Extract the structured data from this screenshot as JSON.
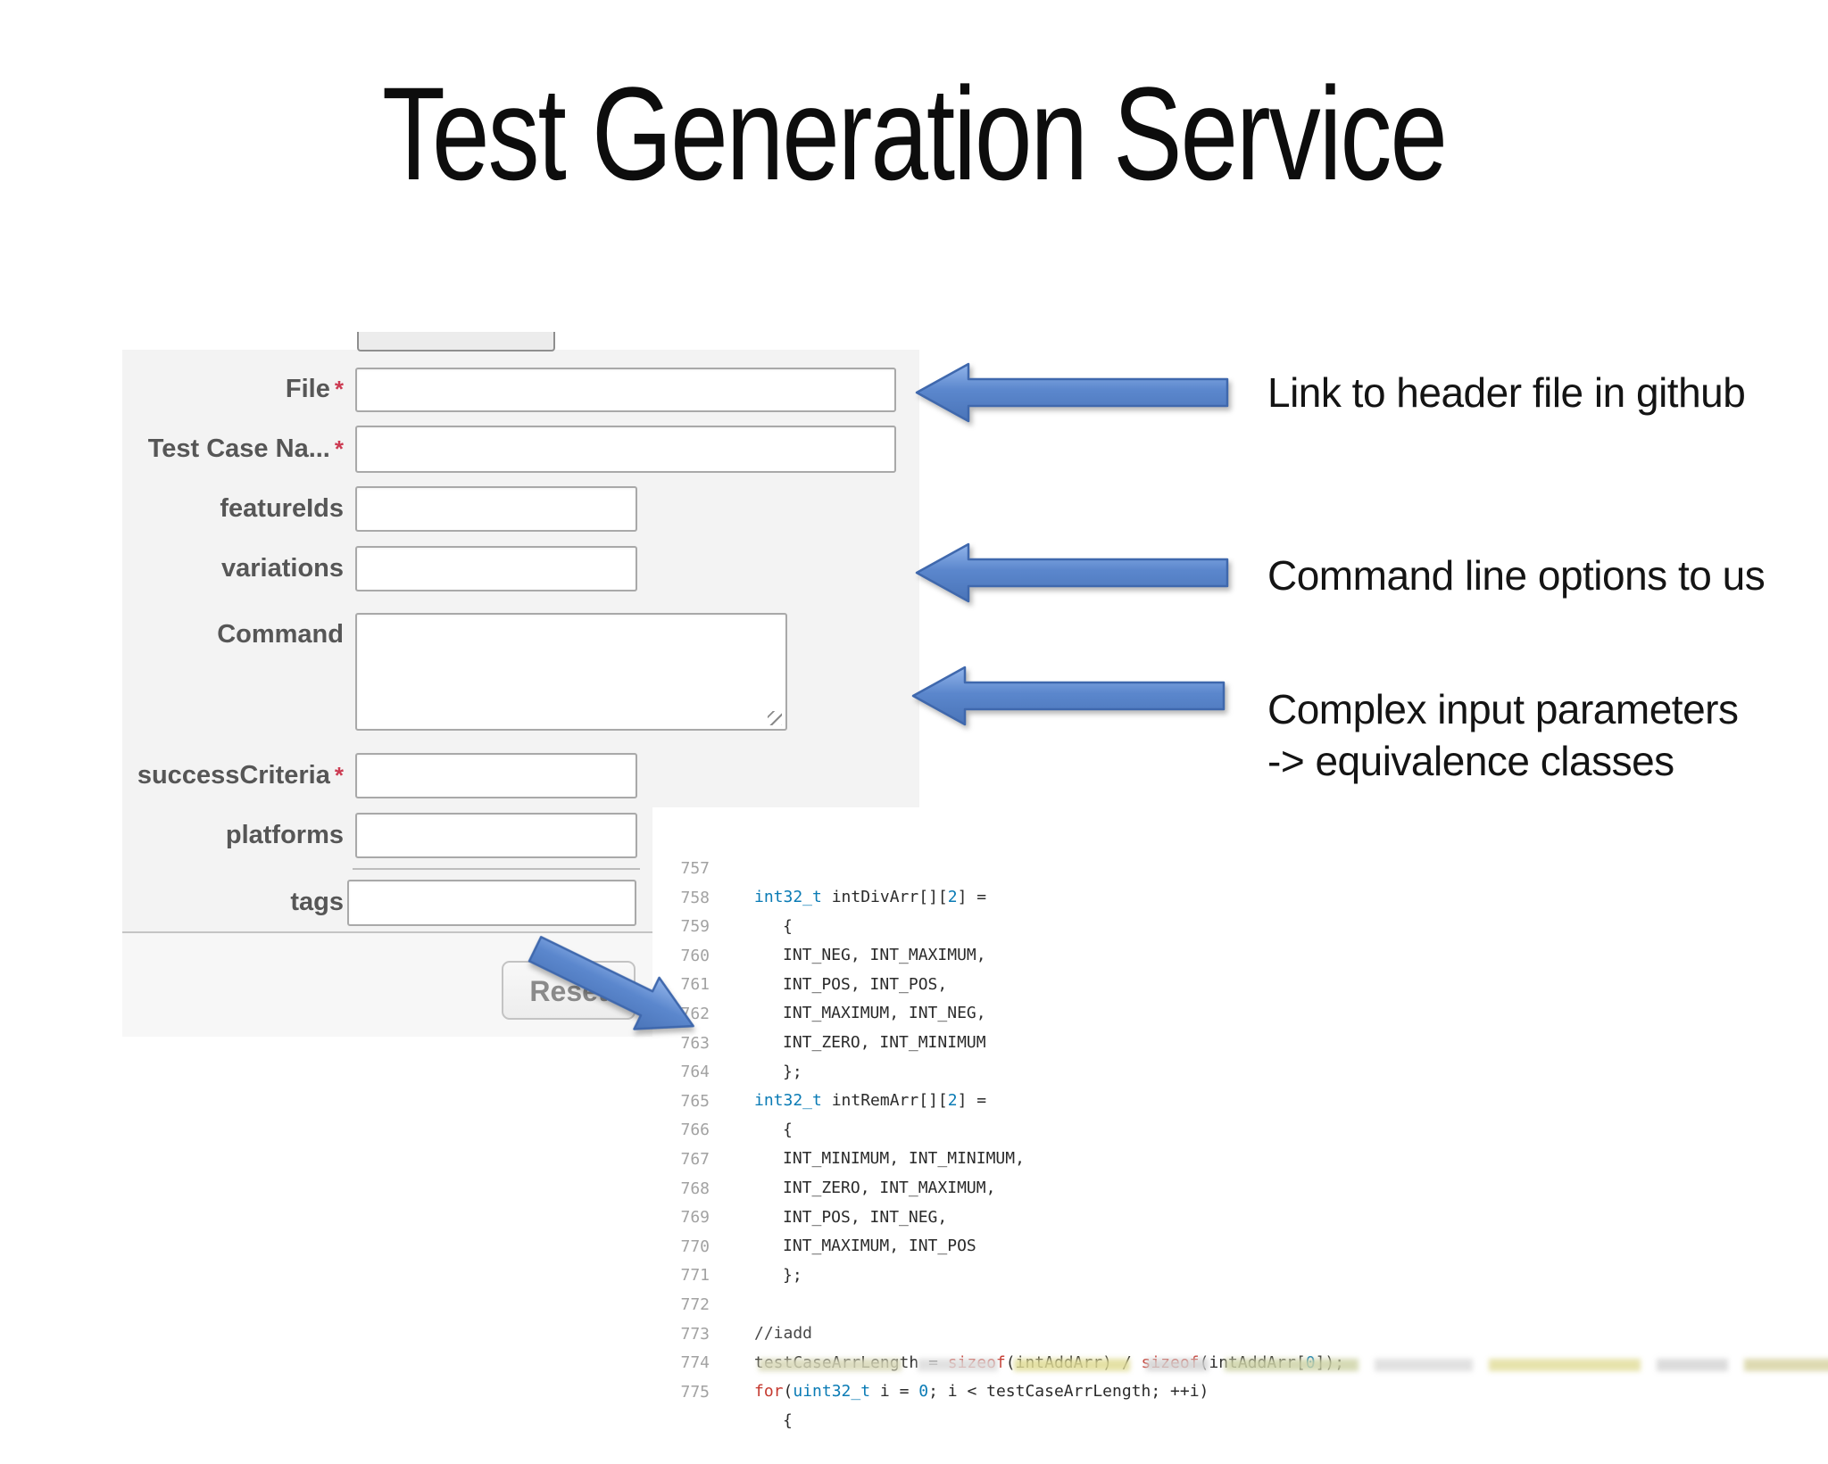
{
  "page": {
    "title": "Test Generation Service"
  },
  "form": {
    "fields": [
      {
        "label": "File",
        "required": true,
        "kind": "input",
        "name": "file-input"
      },
      {
        "label": "Test Case Na...",
        "required": true,
        "kind": "input",
        "name": "test-case-name-input"
      },
      {
        "label": "featureIds",
        "required": false,
        "kind": "input",
        "name": "featureids-input"
      },
      {
        "label": "variations",
        "required": false,
        "kind": "input",
        "name": "variations-input"
      },
      {
        "label": "Command",
        "required": false,
        "kind": "textarea",
        "name": "command-textarea"
      },
      {
        "label": "successCriteria",
        "required": true,
        "kind": "input",
        "name": "successcriteria-input"
      },
      {
        "label": "platforms",
        "required": false,
        "kind": "input",
        "name": "platforms-input"
      },
      {
        "label": "tags",
        "required": false,
        "kind": "input",
        "name": "tags-input"
      }
    ],
    "buttons": {
      "reset_label": "Reset"
    }
  },
  "annotations": [
    {
      "lines": [
        "Link to header file in github"
      ]
    },
    {
      "lines": [
        "Command line options to us"
      ]
    },
    {
      "lines": [
        "Complex input parameters",
        "-> equivalence classes"
      ]
    }
  ],
  "code_panel": {
    "lines": [
      {
        "no": "757",
        "indent": 0,
        "parts": [
          {
            "t": "int32_t",
            "c": "type"
          },
          {
            "t": " intDivArr[]["
          },
          {
            "t": "2",
            "c": "num"
          },
          {
            "t": "] ="
          }
        ]
      },
      {
        "no": "758",
        "indent": 1,
        "parts": [
          {
            "t": "{"
          }
        ]
      },
      {
        "no": "759",
        "indent": 1,
        "parts": [
          {
            "t": "INT_NEG, INT_MAXIMUM,"
          }
        ]
      },
      {
        "no": "760",
        "indent": 1,
        "parts": [
          {
            "t": "INT_POS, INT_POS,"
          }
        ]
      },
      {
        "no": "761",
        "indent": 1,
        "parts": [
          {
            "t": "INT_MAXIMUM, INT_NEG,"
          }
        ]
      },
      {
        "no": "762",
        "indent": 1,
        "parts": [
          {
            "t": "INT_ZERO, INT_MINIMUM"
          }
        ]
      },
      {
        "no": "763",
        "indent": 1,
        "parts": [
          {
            "t": "};"
          }
        ]
      },
      {
        "no": "764",
        "indent": 0,
        "parts": [
          {
            "t": "int32_t",
            "c": "type"
          },
          {
            "t": " intRemArr[]["
          },
          {
            "t": "2",
            "c": "num"
          },
          {
            "t": "] ="
          }
        ]
      },
      {
        "no": "765",
        "indent": 1,
        "parts": [
          {
            "t": "{"
          }
        ]
      },
      {
        "no": "766",
        "indent": 1,
        "parts": [
          {
            "t": "INT_MINIMUM, INT_MINIMUM,"
          }
        ]
      },
      {
        "no": "767",
        "indent": 1,
        "parts": [
          {
            "t": "INT_ZERO, INT_MAXIMUM,"
          }
        ]
      },
      {
        "no": "768",
        "indent": 1,
        "parts": [
          {
            "t": "INT_POS, INT_NEG,"
          }
        ]
      },
      {
        "no": "769",
        "indent": 1,
        "parts": [
          {
            "t": "INT_MAXIMUM, INT_POS"
          }
        ]
      },
      {
        "no": "770",
        "indent": 1,
        "parts": [
          {
            "t": "};"
          }
        ]
      },
      {
        "no": "771",
        "indent": 0,
        "parts": []
      },
      {
        "no": "772",
        "indent": 0,
        "parts": [
          {
            "t": "//iadd",
            "c": "comment"
          }
        ]
      },
      {
        "no": "773",
        "indent": 0,
        "parts": [
          {
            "t": "testCaseArrLength = "
          },
          {
            "t": "sizeof",
            "c": "kw"
          },
          {
            "t": "(intAddArr) / "
          },
          {
            "t": "sizeof",
            "c": "kw"
          },
          {
            "t": "(intAddArr["
          },
          {
            "t": "0",
            "c": "num"
          },
          {
            "t": "]);"
          }
        ]
      },
      {
        "no": "774",
        "indent": 0,
        "parts": [
          {
            "t": "for",
            "c": "kw"
          },
          {
            "t": "("
          },
          {
            "t": "uint32_t",
            "c": "type"
          },
          {
            "t": " i = "
          },
          {
            "t": "0",
            "c": "num"
          },
          {
            "t": "; i < testCaseArrLength; ++i)"
          }
        ]
      },
      {
        "no": "775",
        "indent": 1,
        "parts": [
          {
            "t": "{"
          }
        ]
      }
    ]
  },
  "colors": {
    "arrow_fill": "#5b87cd",
    "arrow_border": "#3f68ad",
    "required_asterisk": "#cc3b52",
    "code_type": "#0a7bb5",
    "code_keyword": "#c5392f",
    "code_number": "#0a7bb5",
    "form_panel_bg": "#f3f3f3"
  }
}
